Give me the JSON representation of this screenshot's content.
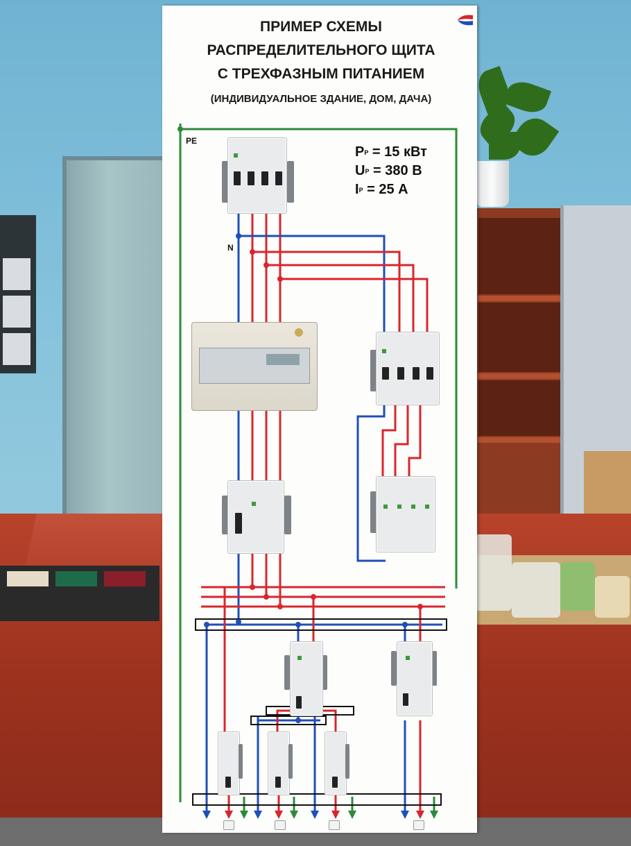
{
  "board": {
    "title_lines": [
      "ПРИМЕР СХЕМЫ",
      "РАСПРЕДЕЛИТЕЛЬНОГО ЩИТА",
      "С ТРЕХФАЗНЫМ ПИТАНИЕМ"
    ],
    "subtitle": "(ИНДИВИДУАЛЬНОЕ ЗДАНИЕ, ДОМ, ДАЧА)",
    "params": [
      {
        "symbol": "P",
        "sub": "P",
        "text": " = 15 кВт"
      },
      {
        "symbol": "U",
        "sub": "P",
        "text": " = 380 В"
      },
      {
        "symbol": "I",
        "sub": "P",
        "text": " = 25 А"
      }
    ],
    "label_pe": "PE",
    "label_n": "N"
  },
  "colors": {
    "phase": "#d8262c",
    "neutral": "#1e4fb8",
    "earth": "#2d8a3a",
    "bus": "#111111",
    "board": "#fdfdfb"
  },
  "icons": [
    "brand-logo-icon",
    "socket-icon"
  ]
}
